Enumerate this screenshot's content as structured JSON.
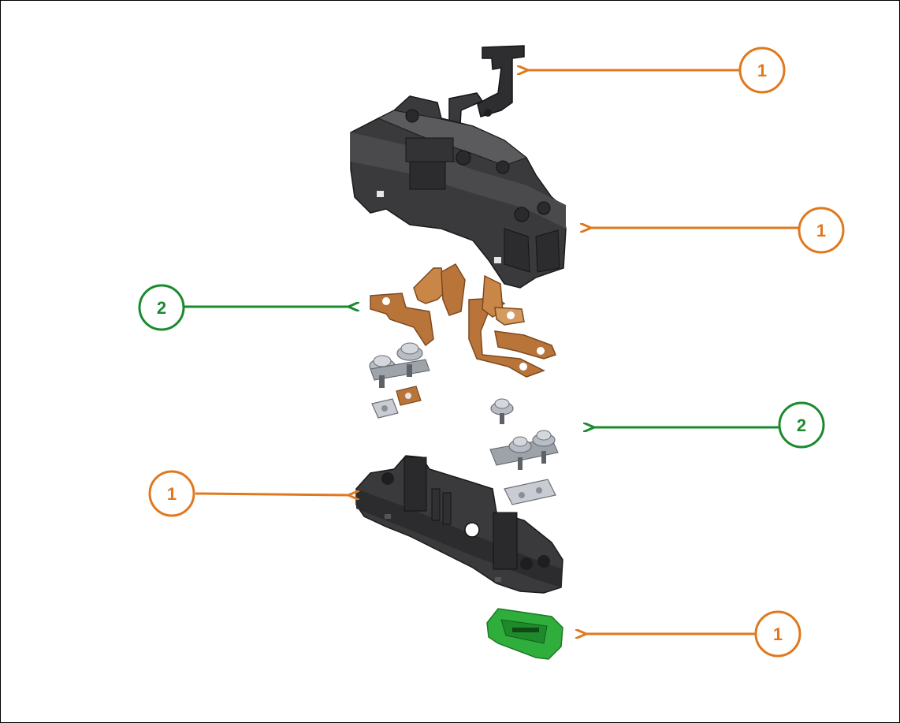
{
  "colors": {
    "orange": "#E0781E",
    "green": "#1A8A2E",
    "housing": "#3a3a3c",
    "housing_light": "#5b5b5e",
    "housing_dark": "#222224",
    "copper": "#b9743a",
    "copper_light": "#d59a5e",
    "copper_dark": "#7d4a20",
    "steel": "#c9ccd2",
    "steel_dark": "#8a8e96",
    "clip_green": "#2fae3c",
    "clip_dark": "#1d7a26"
  },
  "callouts": [
    {
      "id": "latch-lever",
      "label": "1",
      "category": "orange"
    },
    {
      "id": "upper-housing",
      "label": "1",
      "category": "orange"
    },
    {
      "id": "copper-contacts",
      "label": "2",
      "category": "green"
    },
    {
      "id": "screw-terminals",
      "label": "2",
      "category": "green"
    },
    {
      "id": "base-housing",
      "label": "1",
      "category": "orange"
    },
    {
      "id": "din-clip",
      "label": "1",
      "category": "orange"
    }
  ]
}
